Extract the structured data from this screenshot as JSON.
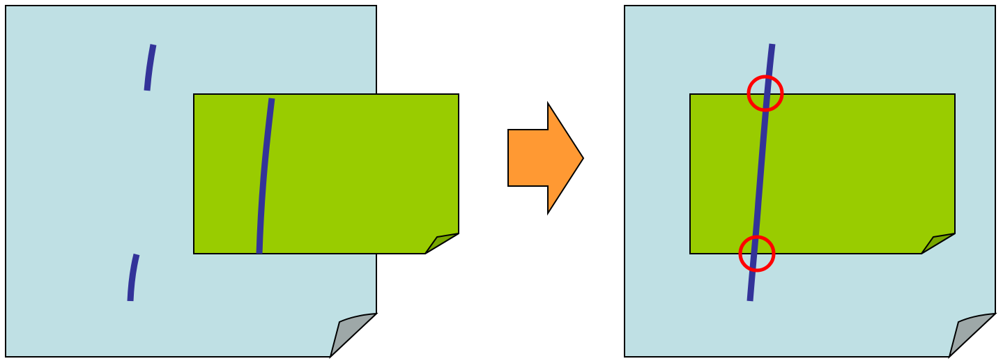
{
  "colors": {
    "background": "#ffffff",
    "base_sheet_fill": "#bfe0e4",
    "overlay_sheet_fill": "#99cc00",
    "outline": "#000000",
    "stroke_line": "#333399",
    "arrow_fill": "#ff9933",
    "highlight_circle": "#ff0000",
    "fold_gray": "#9ea8a8",
    "fold_green": "#77a600"
  },
  "panels": {
    "before": {
      "description_icons": [
        "base-sheet",
        "overlay-sheet",
        "misaligned-line"
      ]
    },
    "after": {
      "description_icons": [
        "base-sheet",
        "overlay-sheet",
        "aligned-line",
        "junction-markers"
      ]
    }
  },
  "arrow": {
    "icon": "right-arrow-icon"
  }
}
